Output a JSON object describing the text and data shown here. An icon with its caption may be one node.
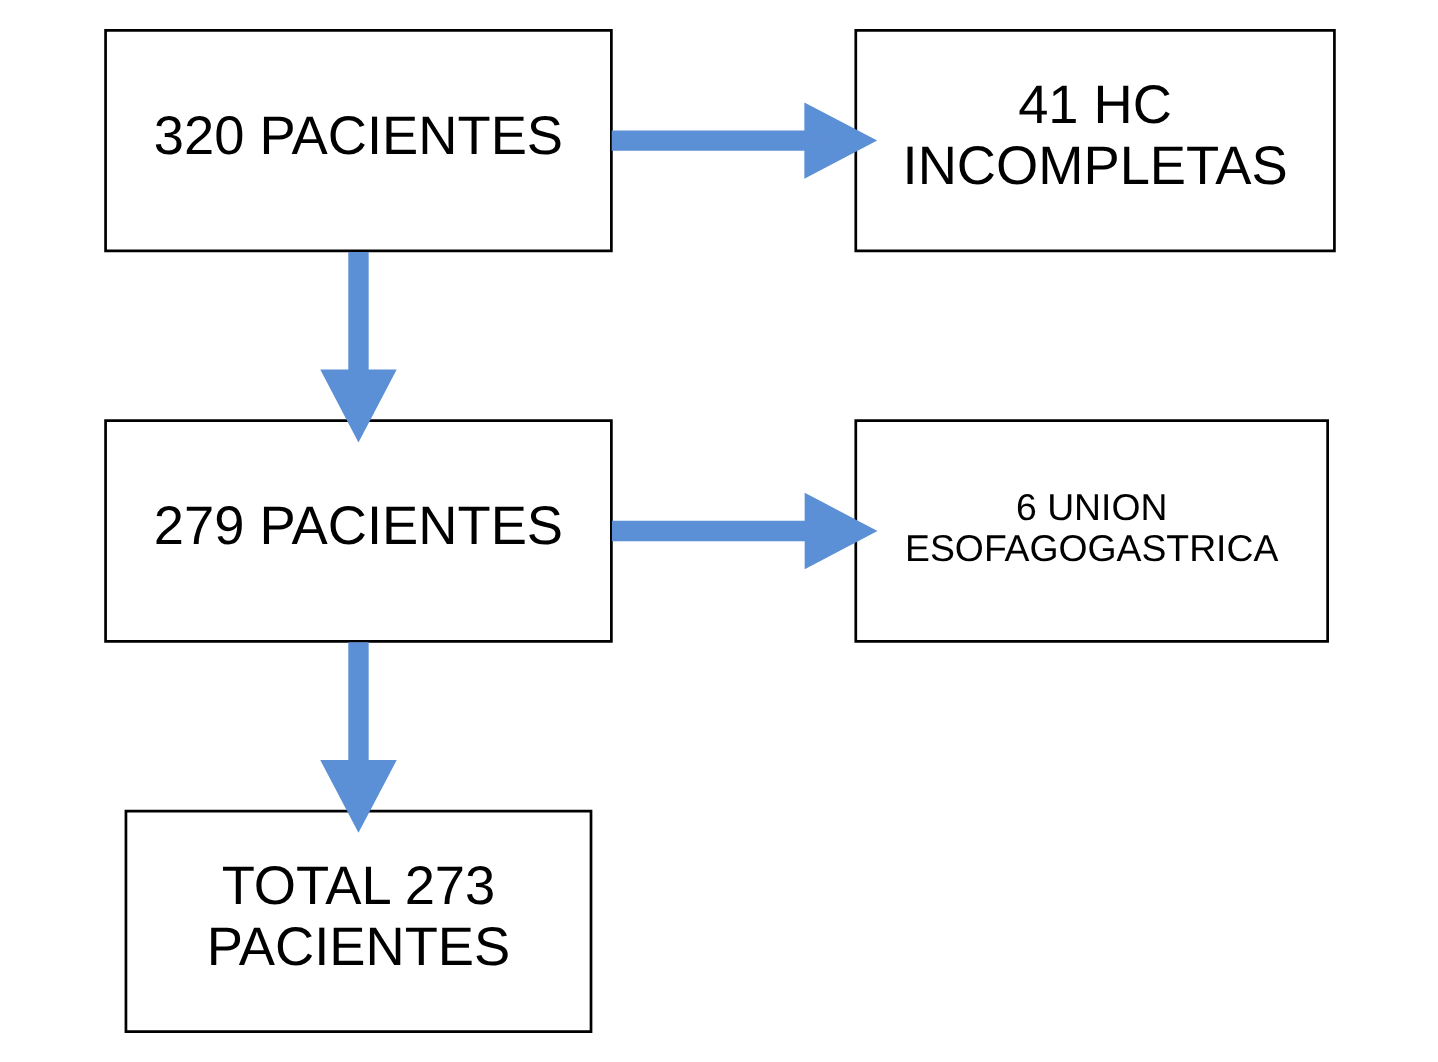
{
  "diagram": {
    "nodes": [
      {
        "text": [
          "320 PACIENTES"
        ]
      },
      {
        "text": [
          "41 HC INCOMPLETAS"
        ]
      },
      {
        "text": [
          "279 PACIENTES"
        ]
      },
      {
        "text": [
          "6 UNION ESOFAGOGASTRICA"
        ]
      },
      {
        "text": [
          "TOTAL 273 PACIENTES"
        ]
      }
    ],
    "edges": [
      {
        "from": 0,
        "to": 1,
        "arrow": "to"
      },
      {
        "from": 0,
        "to": 2,
        "arrow": "to"
      },
      {
        "from": 2,
        "to": 3,
        "arrow": "to"
      },
      {
        "from": 2,
        "to": 4,
        "arrow": "to"
      }
    ]
  }
}
